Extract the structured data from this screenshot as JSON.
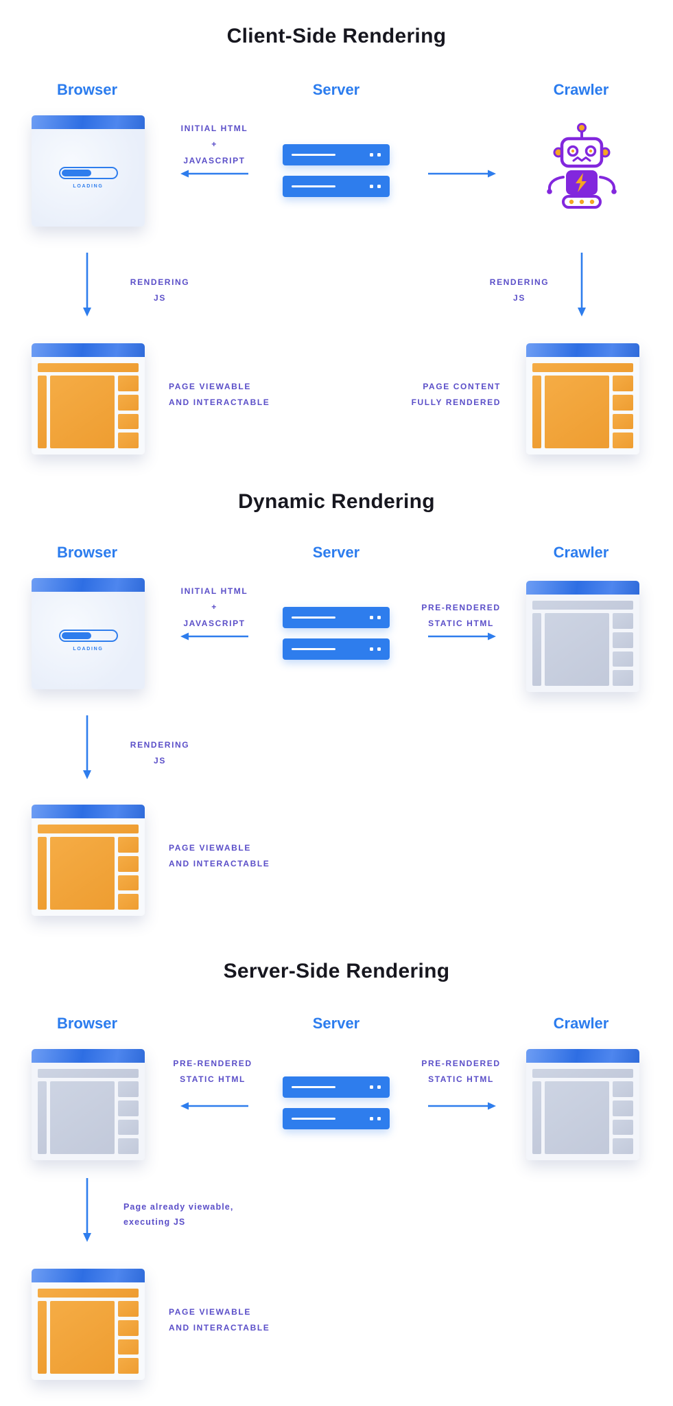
{
  "columns": {
    "browser": "Browser",
    "server": "Server",
    "crawler": "Crawler"
  },
  "loading_label": "LOADING",
  "colors": {
    "accent_blue": "#2e7ded",
    "heading_blue": "#2b7cee",
    "label_purple": "#5a4ec8",
    "title_color": "#17171f",
    "wireframe_orange": "#f2a43e",
    "wireframe_gray": "#c8cfe0",
    "robot_purple": "#8227dd",
    "robot_orange": "#f5a623"
  },
  "sections": {
    "csr": {
      "title": "Client-Side Rendering",
      "server_to_browser_label": "INITIAL HTML\n+\nJAVASCRIPT",
      "browser_rendering_label": "RENDERING\nJS",
      "crawler_rendering_label": "RENDERING\nJS",
      "browser_result_label": "PAGE VIEWABLE\nAND INTERACTABLE",
      "crawler_result_label": "PAGE CONTENT\nFULLY RENDERED"
    },
    "dynamic": {
      "title": "Dynamic Rendering",
      "server_to_browser_label": "INITIAL HTML\n+\nJAVASCRIPT",
      "server_to_crawler_label": "PRE-RENDERED\nSTATIC HTML",
      "browser_rendering_label": "RENDERING\nJS",
      "browser_result_label": "PAGE VIEWABLE\nAND INTERACTABLE"
    },
    "ssr": {
      "title": "Server-Side Rendering",
      "server_to_browser_label": "PRE-RENDERED\nSTATIC HTML",
      "server_to_crawler_label": "PRE-RENDERED\nSTATIC HTML",
      "browser_rendering_label": "Page already viewable,\nexecuting JS",
      "browser_result_label": "PAGE VIEWABLE\nAND INTERACTABLE"
    }
  }
}
